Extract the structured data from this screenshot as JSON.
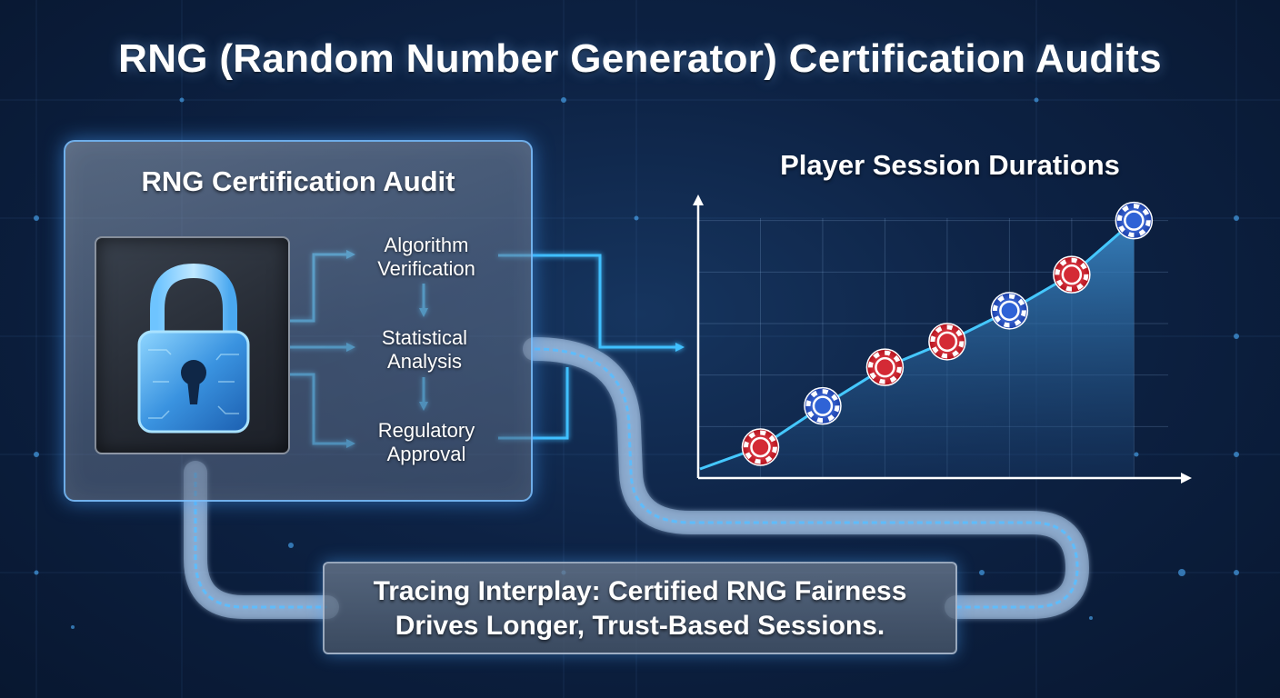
{
  "title": "RNG (Random Number Generator) Certification Audits",
  "audit_panel": {
    "title": "RNG Certification Audit",
    "icon": "padlock-icon",
    "steps": [
      {
        "line1": "Algorithm",
        "line2": "Verification"
      },
      {
        "line1": "Statistical",
        "line2": "Analysis"
      },
      {
        "line1": "Regulatory",
        "line2": "Approval"
      }
    ]
  },
  "chart_title": "Player Session Durations",
  "chart_data": {
    "type": "area",
    "title": "Player Session Durations",
    "xlabel": "",
    "ylabel": "",
    "x": [
      1,
      2,
      3,
      4,
      5,
      6,
      7
    ],
    "series": [
      {
        "values": [
          12,
          28,
          43,
          53,
          65,
          79,
          100
        ]
      }
    ],
    "markers": [
      "red-chip",
      "blue-chip",
      "red-chip",
      "red-chip",
      "blue-chip",
      "red-chip",
      "blue-chip"
    ],
    "xlim": [
      0,
      7.55
    ],
    "ylim": [
      0,
      108
    ],
    "grid": true,
    "tick_labels": false
  },
  "caption": {
    "line1": "Tracing Interplay: Certified RNG Fairness",
    "line2": "Drives Longer, Trust-Based Sessions."
  },
  "colors": {
    "accent": "#39b6ff",
    "chip_red": "#d92a35",
    "chip_blue": "#2a5fd0",
    "area_fill": "#2d7ab8"
  }
}
